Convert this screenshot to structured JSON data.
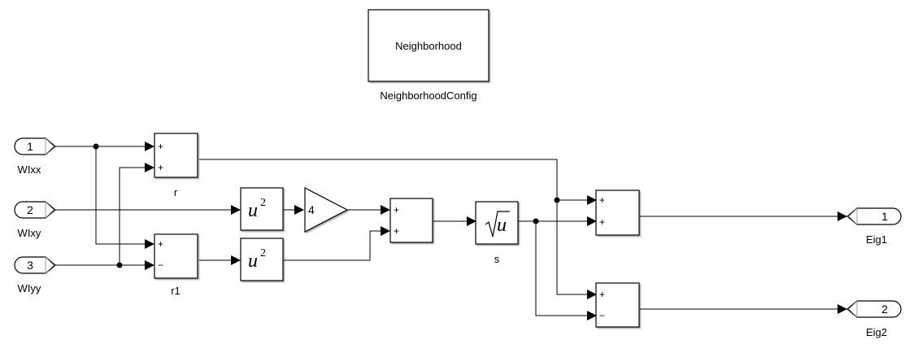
{
  "subsystem": {
    "label": "Neighborhood",
    "name": "NeighborhoodConfig"
  },
  "inports": [
    {
      "number": "1",
      "name": "WIxx"
    },
    {
      "number": "2",
      "name": "WIxy"
    },
    {
      "number": "3",
      "name": "WIyy"
    }
  ],
  "outports": [
    {
      "number": "1",
      "name": "Eig1"
    },
    {
      "number": "2",
      "name": "Eig2"
    }
  ],
  "blocks": {
    "sum_r": {
      "name": "r",
      "signs": [
        "+",
        "+"
      ]
    },
    "sum_r1": {
      "name": "r1",
      "signs": [
        "+",
        "−"
      ]
    },
    "square_top": {
      "base": "u",
      "exp": "2"
    },
    "square_bottom": {
      "base": "u",
      "exp": "2"
    },
    "gain": {
      "value": "4"
    },
    "sum_mid": {
      "signs": [
        "+",
        "+"
      ]
    },
    "sqrt": {
      "name": "s",
      "symbol": "√",
      "base": "u"
    },
    "sum_eig1": {
      "signs": [
        "+",
        "+"
      ]
    },
    "sum_eig2": {
      "signs": [
        "+",
        "−"
      ]
    }
  }
}
